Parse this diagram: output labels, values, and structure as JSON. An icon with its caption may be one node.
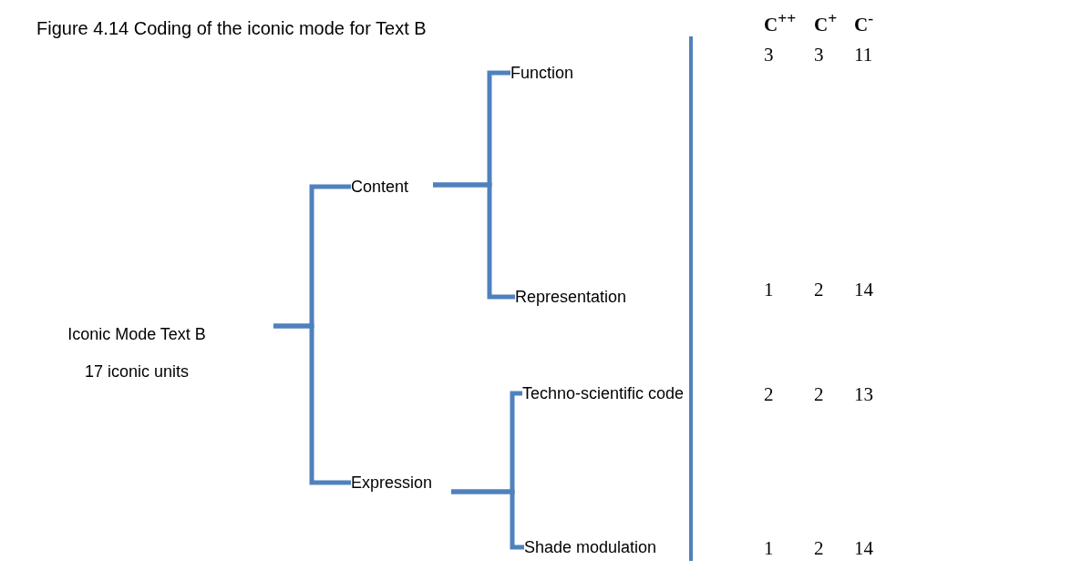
{
  "diagram": {
    "title": "Figure 4.14 Coding of the iconic mode for Text B",
    "nodes": [
      {
        "text": [
          "Iconic Mode Text B",
          "17 iconic units"
        ]
      },
      {
        "text": [
          "Content"
        ]
      },
      {
        "text": [
          "Function"
        ]
      },
      {
        "text": [
          "Representation"
        ]
      },
      {
        "text": [
          "Expression"
        ]
      },
      {
        "text": [
          "Techno-scientific code"
        ]
      },
      {
        "text": [
          "Shade modulation"
        ]
      }
    ],
    "edges": [
      {
        "from": 0,
        "to": 1,
        "arrow": "none"
      },
      {
        "from": 0,
        "to": 4,
        "arrow": "none"
      },
      {
        "from": 1,
        "to": 2,
        "arrow": "none"
      },
      {
        "from": 1,
        "to": 3,
        "arrow": "none"
      },
      {
        "from": 4,
        "to": 5,
        "arrow": "none"
      },
      {
        "from": 4,
        "to": 6,
        "arrow": "none"
      }
    ],
    "labels": [
      "C$^{++}$",
      "C$^{+}$",
      "C$^{-}$",
      "3",
      "3",
      "11",
      "1",
      "2",
      "14",
      "2",
      "2",
      "13",
      "1",
      "2",
      "14"
    ]
  }
}
